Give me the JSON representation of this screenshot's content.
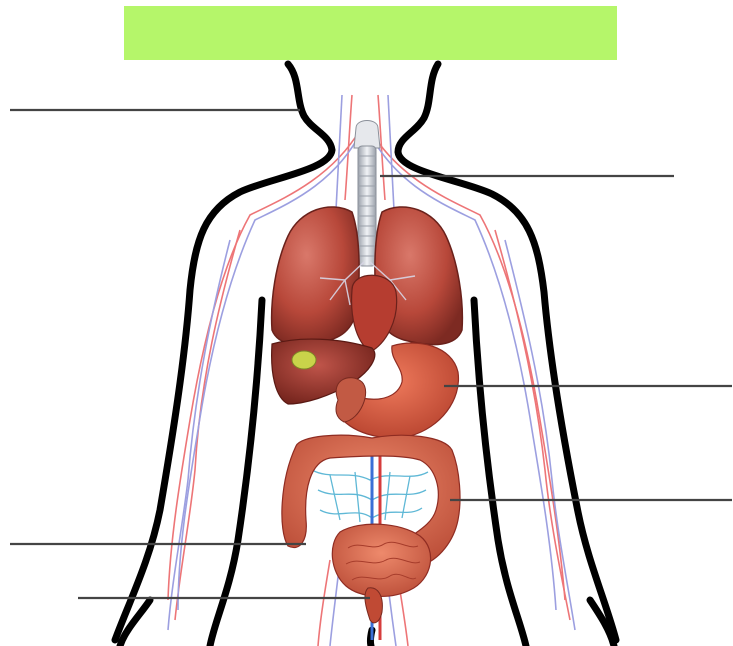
{
  "title_banner": {
    "text": "",
    "color": "#b5f66a"
  },
  "colors": {
    "outline": "#000000",
    "leader_line": "#444444",
    "artery": "#e8474a",
    "vein": "#7b7fd6",
    "organ": "#c8503e",
    "organ_dark": "#8f2c22",
    "lung": "#b8483a",
    "trachea": "#d9dde3",
    "gallbladder": "#c9d34a",
    "intestine": "#d9674f",
    "mesentery": "#5fb8d6"
  },
  "labels": [
    {
      "id": "neck",
      "text": ""
    },
    {
      "id": "trachea",
      "text": ""
    },
    {
      "id": "stomach",
      "text": ""
    },
    {
      "id": "large-intestine",
      "text": ""
    },
    {
      "id": "small-intestine",
      "text": ""
    },
    {
      "id": "rectum",
      "text": ""
    }
  ]
}
